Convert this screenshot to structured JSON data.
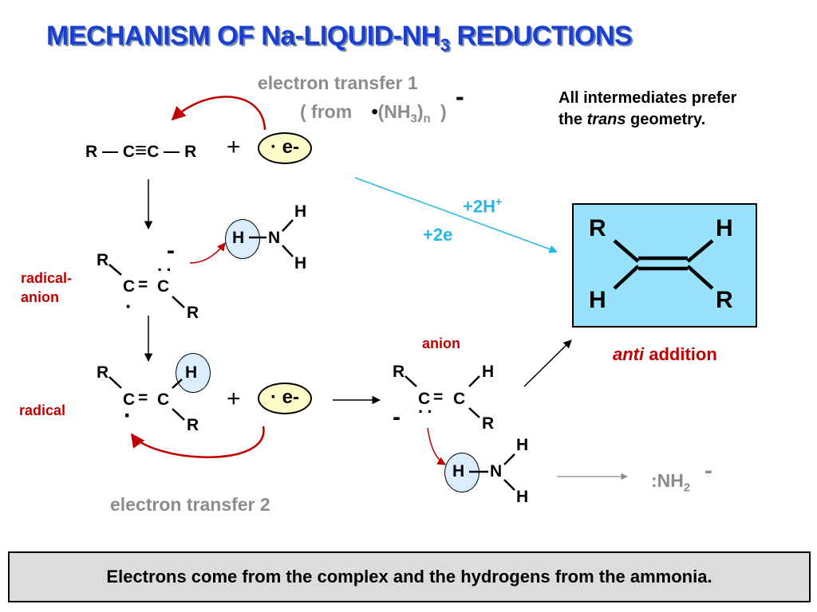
{
  "title": {
    "main": "MECHANISM OF Na-LIQUID-NH",
    "sub": "3",
    "tail": " REDUCTIONS"
  },
  "electron_transfer_1": "electron transfer 1",
  "from_note": {
    "open": "( from",
    "nh": "(NH",
    "sub3": "3",
    "paren": ")",
    "subn": "n",
    "close": ")",
    "charge": "-"
  },
  "intermediates_note": {
    "line1": "All intermediates prefer",
    "line2_pre": "the ",
    "line2_italic": "trans",
    "line2_post": "  geometry."
  },
  "alkyne": {
    "r1": "R",
    "c1": "C",
    "triple": "≡",
    "c2": "C",
    "r2": "R",
    "plus": "+"
  },
  "electron_label": "· e-",
  "h2_label": {
    "text": "+2H",
    "sup": "+"
  },
  "e2_label": "+2e",
  "nh3": {
    "h": "H",
    "n": "N"
  },
  "radical_anion": {
    "label_line1": "radical-",
    "label_line2": "anion",
    "r": "R",
    "c": "C",
    "eq": "=",
    "charge": "-",
    "dots": ":"
  },
  "radical": {
    "label": "radical",
    "r": "R",
    "h": "H",
    "c": "C",
    "eq": "=",
    "plus": "+"
  },
  "anion": {
    "label": "anion",
    "r": "R",
    "h": "H",
    "c": "C",
    "eq": "=",
    "charge": "-"
  },
  "product": {
    "r_top": "R",
    "h_top": "H",
    "h_bottom": "H",
    "r_bottom": "R"
  },
  "anti_addition": {
    "italic": "anti",
    "rest": " addition"
  },
  "nh2": {
    "text": ":NH",
    "sub": "2",
    "charge": "-"
  },
  "electron_transfer_2": "electron transfer 2",
  "footer": "Electrons come from the complex and the hydrogens from the ammonia."
}
